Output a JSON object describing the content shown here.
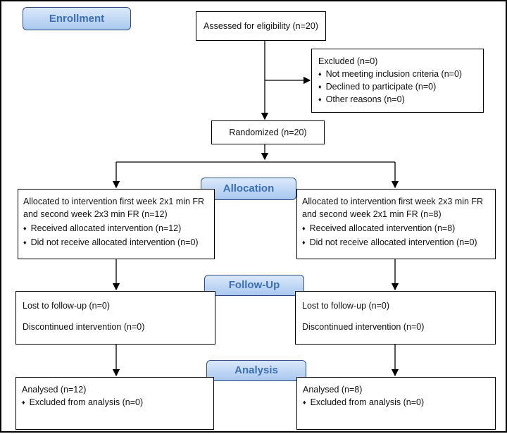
{
  "stages": {
    "enrollment": "Enrollment",
    "allocation": "Allocation",
    "follow_up": "Follow-Up",
    "analysis": "Analysis"
  },
  "assessed": "Assessed for eligibility (n=20)",
  "excluded": {
    "title": "Excluded  (n=0)",
    "items": [
      "Not meeting inclusion criteria (n=0)",
      "Declined to participate (n=0)",
      "Other reasons (n=0)"
    ]
  },
  "randomized": "Randomized (n=20)",
  "allocation": {
    "left": {
      "lines": [
        "Allocated to intervention first week 2x1 min FR",
        "and second week 2x3 min FR (n=12)"
      ],
      "items": [
        "Received allocated intervention (n=12)",
        "Did not receive allocated intervention (n=0)"
      ]
    },
    "right": {
      "lines": [
        "Allocated to intervention first week 2x3 min FR",
        "and second week 2x1 min FR (n=8)"
      ],
      "items": [
        "Received allocated intervention (n=8)",
        "Did not receive allocated intervention (n=0)"
      ]
    }
  },
  "follow_up": {
    "left": [
      "Lost to follow-up (n=0)",
      "Discontinued intervention (n=0)"
    ],
    "right": [
      "Lost to follow-up (n=0)",
      "Discontinued intervention (n=0)"
    ]
  },
  "analysis": {
    "left": {
      "title": "Analysed  (n=12)",
      "items": [
        "Excluded from analysis (n=0)"
      ]
    },
    "right": {
      "title": "Analysed  (n=8)",
      "items": [
        "Excluded from analysis (n=0)"
      ]
    }
  },
  "colors": {
    "stage_fill_top": "#dbe9fb",
    "stage_fill_bottom": "#a9c8ef",
    "stage_text": "#3b6fb1",
    "line": "#000000"
  }
}
